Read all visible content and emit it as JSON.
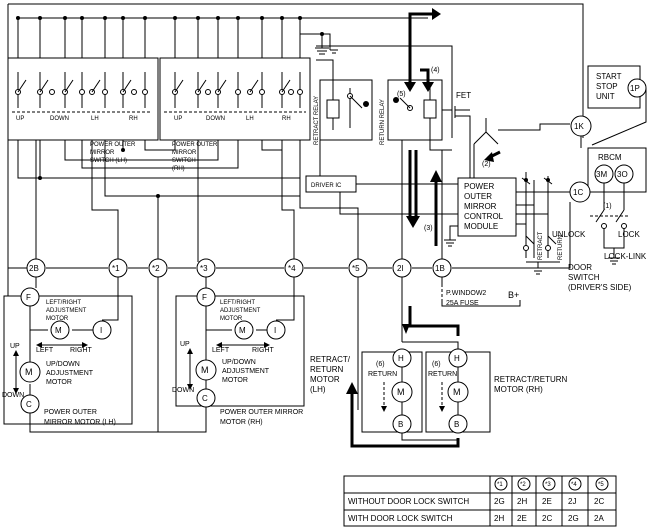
{
  "switch_lh": {
    "name": "POWER OUTER MIRROR SWITCH (LH)",
    "line1": "POWER OUTER",
    "line2": "MIRROR",
    "line3": "SWITCH (LH)",
    "contacts": [
      "UP",
      "DOWN",
      "LH",
      "RH"
    ]
  },
  "switch_rh": {
    "line1": "POWER OUTER",
    "line2": "MIRROR",
    "line3": "SWITCH",
    "line4": "(RH)",
    "contacts": [
      "UP",
      "DOWN",
      "LH",
      "RH"
    ]
  },
  "relays": {
    "retract": "RETRACT RELAY",
    "return": "RETURN RELAY",
    "mark5": "(5)",
    "mark4": "(4)"
  },
  "fet": "FET",
  "driver_ic": "DRIVER IC",
  "control_module": {
    "line1": "POWER",
    "line2": "OUTER",
    "line3": "MIRROR",
    "line4": "CONTROL",
    "line5": "MODULE"
  },
  "marks": {
    "m1": "(1)",
    "m2": "(2)",
    "m3": "(3)"
  },
  "start_stop": {
    "line1": "START",
    "line2": "STOP",
    "line3": "UNIT",
    "terminal": "1P"
  },
  "rbcm": {
    "label": "RBCM",
    "t1": "3M",
    "t2": "3O"
  },
  "terminals": {
    "k1": "1K",
    "c1": "1C",
    "row": [
      "2B",
      "*1",
      "*2",
      "*3",
      "*4",
      "*5",
      "2I",
      "1B"
    ]
  },
  "door_switch": {
    "unlock": "UNLOCK",
    "lock": "LOCK",
    "lock_link": "LOCK-LINK",
    "line1": "DOOR",
    "line2": "SWITCH",
    "line3": "(DRIVER'S SIDE)",
    "retract": "RETRACT",
    "return": "RETURN"
  },
  "fuse": {
    "line1": "P.WINDOW2",
    "line2": "25A FUSE",
    "bplus": "B+"
  },
  "motor_lh": {
    "adj_line1": "LEFT/RIGHT",
    "adj_line2": "ADJUSTMENT",
    "adj_line3": "MOTOR",
    "left": "LEFT",
    "right": "RIGHT",
    "up": "UP",
    "down": "DOWN",
    "ud_line1": "UP/DOWN",
    "ud_line2": "ADJUSTMENT",
    "ud_line3": "MOTOR",
    "name_line1": "POWER OUTER",
    "name_line2": "MIRROR MOTOR (LH)",
    "F": "F",
    "I": "I",
    "C": "C",
    "M": "M"
  },
  "motor_rh": {
    "adj_line1": "LEFT/RIGHT",
    "adj_line2": "ADJUSTMENT",
    "adj_line3": "MOTOR",
    "left": "LEFT",
    "right": "RIGHT",
    "up": "UP",
    "down": "DOWN",
    "ud_line1": "UP/DOWN",
    "ud_line2": "ADJUSTMENT",
    "ud_line3": "MOTOR",
    "name_line1": "POWER OUTER MIRROR",
    "name_line2": "MOTOR (RH)",
    "F": "F",
    "I": "I",
    "C": "C",
    "M": "M"
  },
  "retract_lh": {
    "line1": "RETRACT/",
    "line2": "RETURN",
    "line3": "MOTOR",
    "line4": "(LH)",
    "six": "(6)",
    "ret": "RETURN",
    "H": "H",
    "B": "B",
    "M": "M"
  },
  "retract_rh": {
    "line1": "RETRACT/RETURN",
    "line2": "MOTOR (RH)",
    "six": "(6)",
    "ret": "RETURN",
    "H": "H",
    "B": "B",
    "M": "M"
  },
  "table": {
    "headers": [
      "*1",
      "*2",
      "*3",
      "*4",
      "*5"
    ],
    "rows": [
      {
        "label": "WITHOUT DOOR LOCK SWITCH",
        "cells": [
          "2G",
          "2H",
          "2E",
          "2J",
          "2C"
        ]
      },
      {
        "label": "WITH DOOR LOCK SWITCH",
        "cells": [
          "2H",
          "2E",
          "2C",
          "2G",
          "2A"
        ]
      }
    ]
  }
}
